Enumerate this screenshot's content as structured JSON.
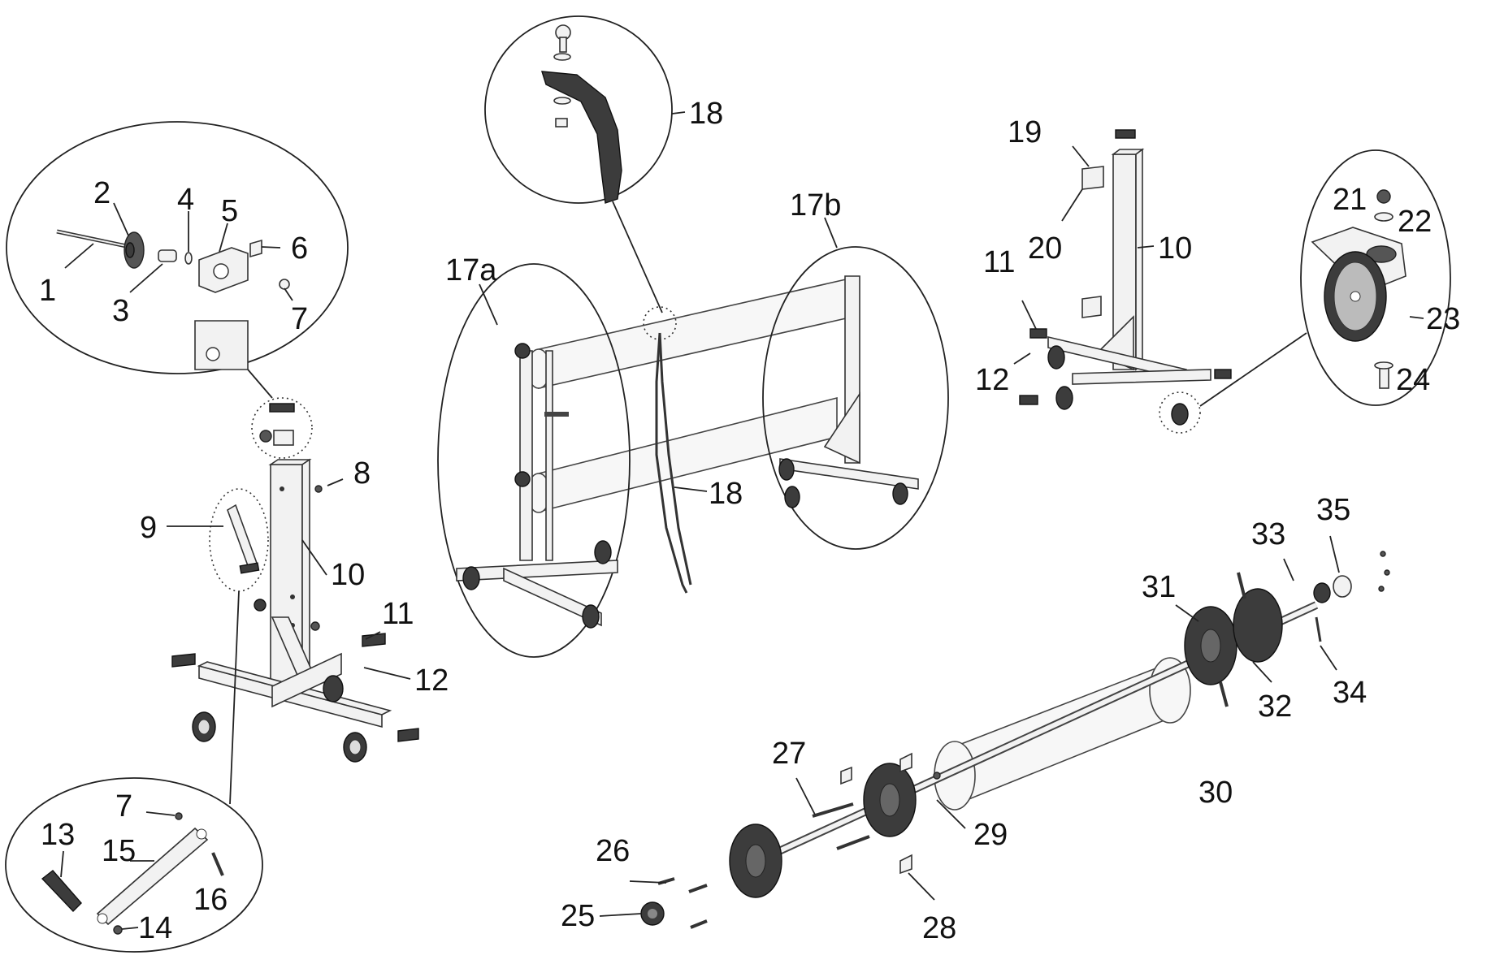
{
  "diagram": {
    "labels": {
      "n1": "1",
      "n2": "2",
      "n3": "3",
      "n4": "4",
      "n5": "5",
      "n6": "6",
      "n7a": "7",
      "n7b": "7",
      "n8": "8",
      "n9": "9",
      "n10a": "10",
      "n10b": "10",
      "n11a": "11",
      "n11b": "11",
      "n12a": "12",
      "n12b": "12",
      "n13": "13",
      "n14": "14",
      "n15": "15",
      "n16": "16",
      "n17a": "17a",
      "n17b": "17b",
      "n18a": "18",
      "n18b": "18",
      "n19": "19",
      "n20": "20",
      "n21": "21",
      "n22": "22",
      "n23": "23",
      "n24": "24",
      "n25": "25",
      "n26": "26",
      "n27": "27",
      "n28": "28",
      "n29": "29",
      "n30": "30",
      "n31": "31",
      "n32": "32",
      "n33": "33",
      "n34": "34",
      "n35": "35"
    },
    "colors": {
      "line": "#222222",
      "part_fill": "#f2f2f2",
      "dark_part": "#555555",
      "background": "#ffffff"
    }
  }
}
